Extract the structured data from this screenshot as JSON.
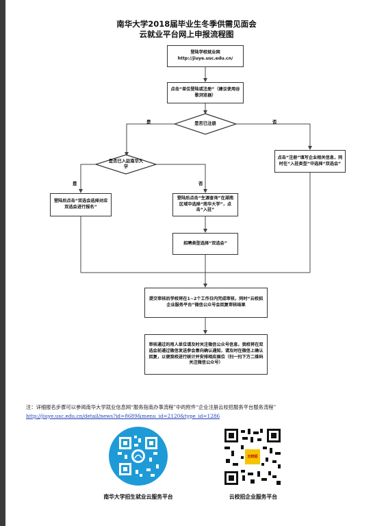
{
  "title": {
    "line1": "南华大学2018届毕业生冬季供需见面会",
    "line2": "云就业平台网上申报流程图"
  },
  "flow": {
    "step_login_site": "登陆学校就业网 http://jiuye.usc.edu.cn/",
    "step_click_login": "点击“单位登陆或注册”（建议使用谷歌浏览器）",
    "decision_registered": "是否已注册",
    "yes_label": "是",
    "no_label": "否",
    "decision_joined": "是否已入驻南华大学",
    "step_register": "点击“注册”填写企业相关信息，同时在“入驻类型”中选择“双选会”",
    "step_select_fair": "登陆后点击“双选会选择对应双选会进行报名”",
    "step_source_query": "登陆后点击“生源查询”在湖南区域中选择“南华大学”，点击“入驻”",
    "step_recruit_type": "招聘类型选择“双选会”",
    "step_submit": "提交审核后学校将在1~2个工作日内完成审核，同时“云校招企业服务平台”微信公众号会回复审核结果",
    "step_confirm": "审核通过的用人单位请及时关注微信公众号信息，我校将在双选会前通过微信发送参会意向确认通知，请及时在微信上确认回复，以便我校进行统计并安排相应展位（扫一扫下方二维码关注微信公众号）"
  },
  "note": {
    "text": "注：详细报名步骤可以参阅南华大学就业信息网“服务指南办事流程”中的附件“企业注册云校招服务平台服务流程”",
    "link": "http://jiuye.usc.edu.cn/detail/news?id=8689&menu_id=2120&type_id=1286"
  },
  "qr": {
    "left_caption": "南华大学招生就业云服务平台",
    "right_caption": "云校招企业服务平台",
    "right_badge": "云校招"
  },
  "colors": {
    "line": "#444444",
    "qr_left": "#1e9bd7",
    "qr_right": "#111111",
    "badge": "#f5c400"
  }
}
